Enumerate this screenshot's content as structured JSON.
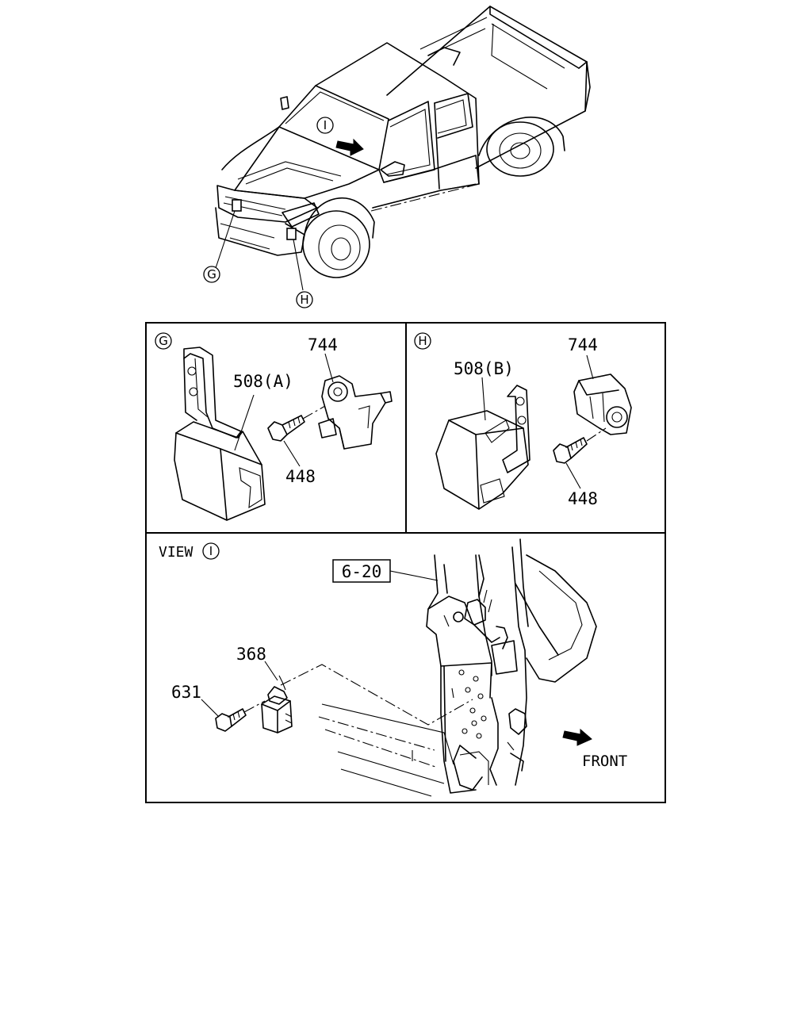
{
  "overview": {
    "markers": {
      "g": "G",
      "h": "H",
      "i": "I"
    }
  },
  "panel_g": {
    "marker": "G",
    "labels": {
      "sensor": "744",
      "bracket": "508(A)",
      "bolt": "448"
    }
  },
  "panel_h": {
    "marker": "H",
    "labels": {
      "sensor": "744",
      "bracket": "508(B)",
      "bolt": "448"
    }
  },
  "panel_view": {
    "view_text": "VIEW",
    "view_marker": "I",
    "ref_box": "6-20",
    "labels": {
      "module": "368",
      "bolt": "631",
      "front": "FRONT"
    }
  }
}
